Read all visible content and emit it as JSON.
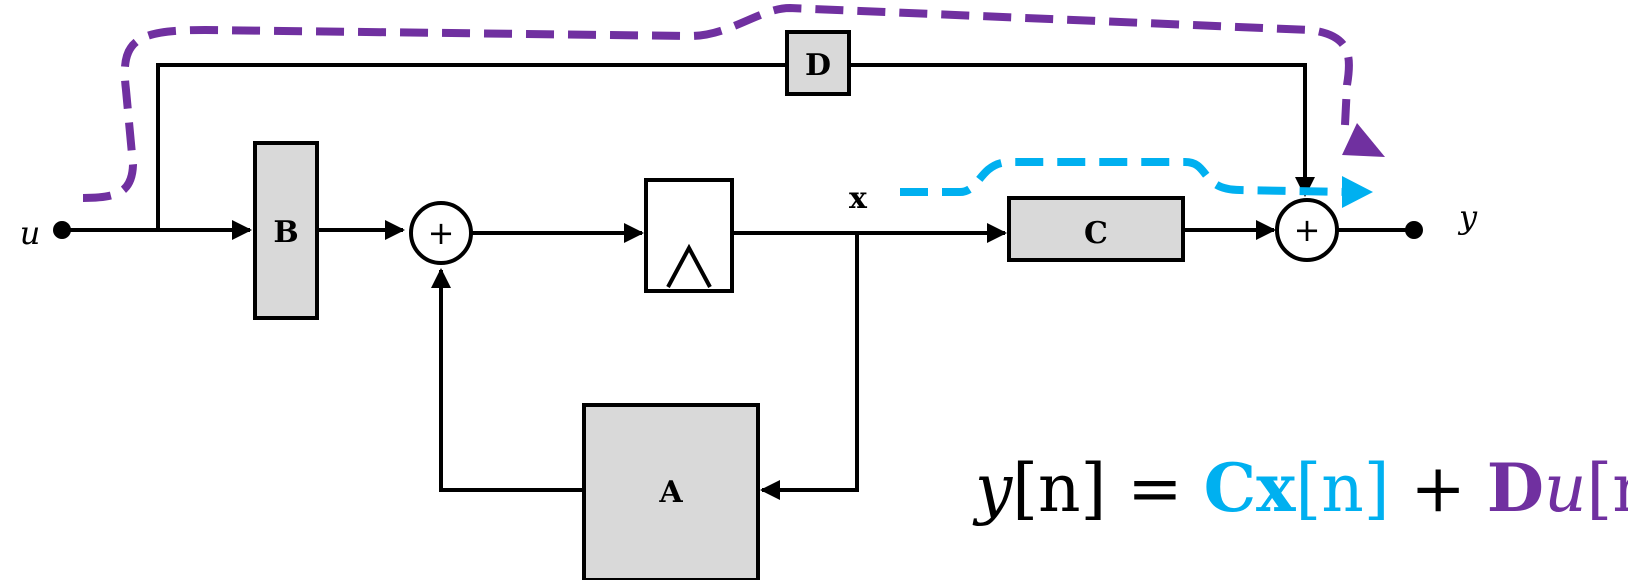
{
  "blocks": {
    "B": "B",
    "C": "C",
    "D": "D",
    "A": "A"
  },
  "signals": {
    "input": "u",
    "output": "y",
    "state": "x"
  },
  "sum_symbol": "+",
  "equation": {
    "lhs": "y",
    "lhs_index": "[n]",
    "equals": " = ",
    "term1_matrix": "C",
    "term1_var": "x",
    "term1_index": "[n]",
    "plus": " + ",
    "term2_matrix": "D",
    "term2_var": "u",
    "term2_index": "[n]"
  },
  "colors": {
    "direct_path": "#7030a0",
    "state_path": "#00b0f0",
    "block_fill": "#d9d9d9",
    "line": "#000000"
  }
}
